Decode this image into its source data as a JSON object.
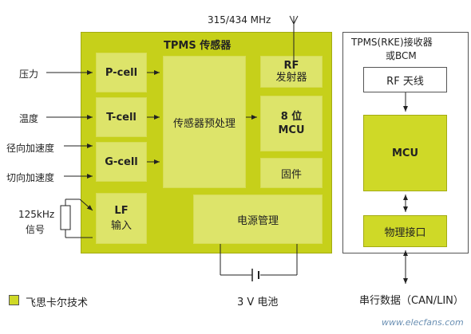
{
  "antenna_freq": "315/434 MHz",
  "sensor": {
    "title": "TPMS 传感器",
    "pcell": "P-cell",
    "tcell": "T-cell",
    "gcell": "G-cell",
    "preprocess": "传感器预处理",
    "rf_line1": "RF",
    "rf_line2": "发射器",
    "mcu_line1": "8 位",
    "mcu_line2": "MCU",
    "firmware": "固件",
    "lf_line1": "LF",
    "lf_line2": "输入",
    "power": "电源管理"
  },
  "inputs": {
    "pressure": "压力",
    "temperature": "温度",
    "radial_accel": "径向加速度",
    "tangential_accel": "切向加速度",
    "lf_signal_line1": "125kHz",
    "lf_signal_line2": "信号"
  },
  "receiver": {
    "title_line1": "TPMS(RKE)接收器",
    "title_line2": "或BCM",
    "rf_antenna": "RF 天线",
    "mcu": "MCU",
    "phy": "物理接口"
  },
  "battery": "3 V 电池",
  "serial": "串行数据（CAN/LIN）",
  "legend": "飞思卡尔技术",
  "watermark": "www.elecfans.com",
  "colors": {
    "lime": "#cfd927",
    "lime_inner": "#dde46a"
  }
}
